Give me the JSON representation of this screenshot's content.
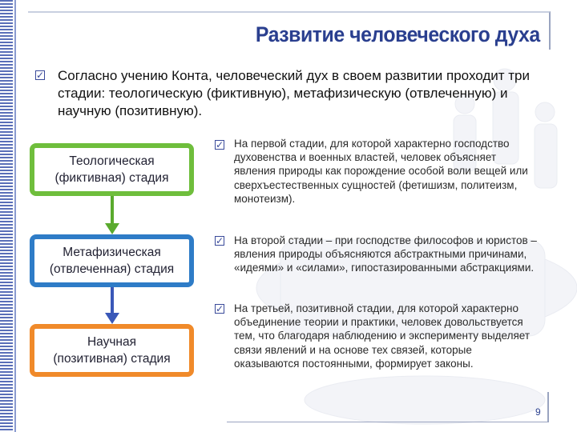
{
  "title": "Развитие человеческого духа",
  "intro": "Согласно учению Конта, человеческий дух в своем развитии проходит три стадии: теологическую (фиктивную), метафизическую (отвлеченную) и научную (позитивную).",
  "stages": [
    {
      "line1": "Теологическая",
      "line2": "(фиктивная) стадия",
      "color": "#6fbe3c"
    },
    {
      "line1": "Метафизическая",
      "line2": "(отвлеченная) стадия",
      "color": "#2e7cc7"
    },
    {
      "line1": "Научная",
      "line2": "(позитивная) стадия",
      "color": "#f08a2a"
    }
  ],
  "arrow_colors": {
    "first": "#5aaa2e",
    "second": "#3a58b8"
  },
  "bullets": [
    "На первой стадии, для которой характерно господство духовенства и военных властей, человек объясняет явления природы как порождение особой воли вещей или сверхъестественных сущностей (фетишизм, политеизм, монотеизм).",
    "На второй стадии – при господстве философов и юристов – явления природы объясняются абстрактными причинами, «идеями» и «силами», гипостазированными абстракциями.",
    "На третьей, позитивной стадии, для которой характерно объединение теории и практики, человек довольствуется тем, что благодаря наблюдению и эксперименту выделяет связи явлений и на основе тех связей, которые оказываются постоянными, формирует законы."
  ],
  "page_number": "9",
  "accent": "#2a3f8f"
}
